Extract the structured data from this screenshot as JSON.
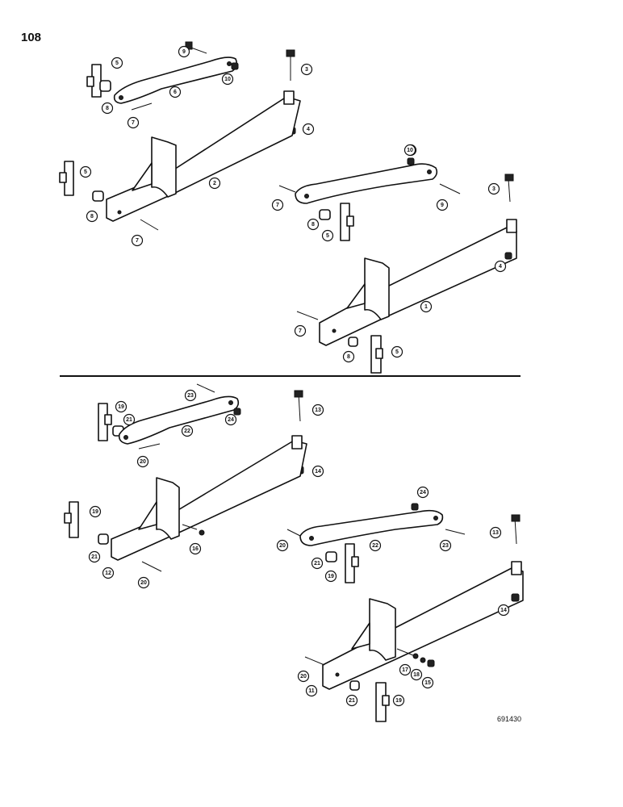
{
  "page_number": "108",
  "figure_code": "691430",
  "upper_callouts": [
    "5",
    "9",
    "8",
    "10",
    "3",
    "8",
    "6",
    "7",
    "4",
    "5",
    "2",
    "10",
    "8",
    "7",
    "9",
    "3",
    "8",
    "5",
    "7",
    "4",
    "1",
    "7",
    "8",
    "5"
  ],
  "lower_callouts": [
    "19",
    "23",
    "21",
    "24",
    "22",
    "13",
    "20",
    "14",
    "19",
    "21",
    "16",
    "12",
    "20",
    "24",
    "20",
    "22",
    "23",
    "13",
    "21",
    "19",
    "14",
    "20",
    "17",
    "18",
    "11",
    "15",
    "21",
    "19"
  ]
}
